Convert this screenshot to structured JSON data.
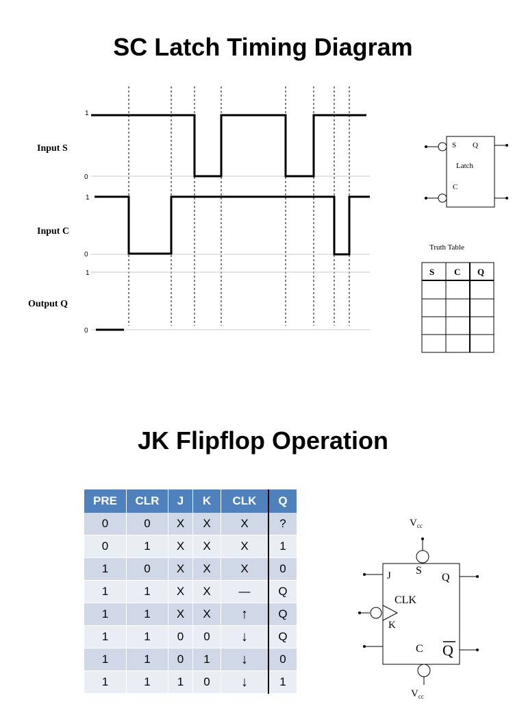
{
  "titles": {
    "latch": "SC Latch Timing Diagram",
    "jk": "JK Flipflop Operation"
  },
  "timing": {
    "signals": [
      {
        "name": "Input S",
        "high": "1",
        "low": "0"
      },
      {
        "name": "Input C",
        "high": "1",
        "low": "0"
      },
      {
        "name": "Output Q",
        "high": "1",
        "low": "0"
      }
    ]
  },
  "latch_symbol": {
    "label": "Latch",
    "pins": {
      "s": "S",
      "q": "Q",
      "c": "C"
    }
  },
  "truth_table": {
    "caption": "Truth Table",
    "headers": [
      "S",
      "C",
      "Q"
    ],
    "empty_rows": 4
  },
  "jk_table": {
    "headers": [
      "PRE",
      "CLR",
      "J",
      "K",
      "CLK",
      "Q"
    ],
    "rows": [
      [
        "0",
        "0",
        "X",
        "X",
        "X",
        "?"
      ],
      [
        "0",
        "1",
        "X",
        "X",
        "X",
        "1"
      ],
      [
        "1",
        "0",
        "X",
        "X",
        "X",
        "0"
      ],
      [
        "1",
        "1",
        "X",
        "X",
        "—",
        "Q"
      ],
      [
        "1",
        "1",
        "X",
        "X",
        "↑",
        "Q"
      ],
      [
        "1",
        "1",
        "0",
        "0",
        "↓",
        "Q"
      ],
      [
        "1",
        "1",
        "0",
        "1",
        "↓",
        "0"
      ],
      [
        "1",
        "1",
        "1",
        "0",
        "↓",
        "1"
      ]
    ]
  },
  "jk_symbol": {
    "vcc_top": "V",
    "vcc_top_sub": "cc",
    "vcc_bottom": "V",
    "vcc_bottom_sub": "cc",
    "pins": {
      "j": "J",
      "s": "S",
      "q": "Q",
      "clk": "CLK",
      "k": "K",
      "c": "C",
      "qbar": "Q"
    }
  }
}
